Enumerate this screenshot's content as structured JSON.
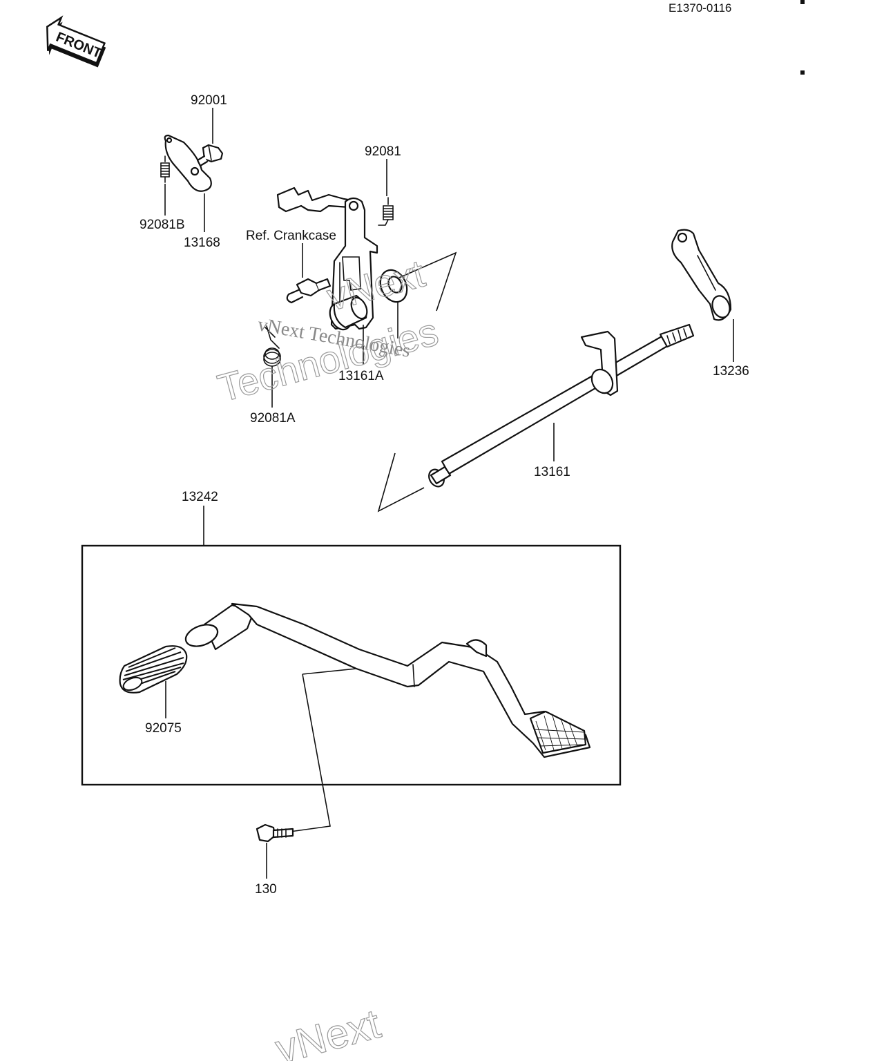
{
  "doc_code": "E1370-0116",
  "front_label": "FRONT",
  "ref_note": "Ref. Crankcase",
  "parts": [
    {
      "id": "p92001",
      "number": "92001"
    },
    {
      "id": "p92081",
      "number": "92081"
    },
    {
      "id": "p92081B",
      "number": "92081B"
    },
    {
      "id": "p13168",
      "number": "13168"
    },
    {
      "id": "p13161A",
      "number": "13161A"
    },
    {
      "id": "p92081A",
      "number": "92081A"
    },
    {
      "id": "p13236",
      "number": "13236"
    },
    {
      "id": "p13161",
      "number": "13161"
    },
    {
      "id": "p13242",
      "number": "13242"
    },
    {
      "id": "p92075",
      "number": "92075"
    },
    {
      "id": "p130",
      "number": "130"
    }
  ],
  "watermarks": [
    "vNext",
    "Technologies",
    "vNext Technologies",
    "vNext"
  ]
}
